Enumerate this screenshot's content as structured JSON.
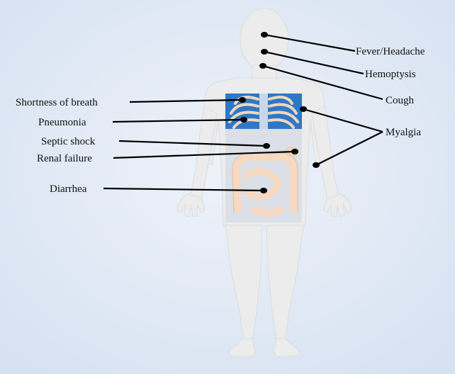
{
  "symptoms": {
    "fever": "Fever/Headache",
    "hemoptysis": "Hemoptysis",
    "cough": "Cough",
    "shortness": "Shortness of breath",
    "pneumonia": "Pneumonia",
    "septic": "Septic shock",
    "renal": "Renal failure",
    "myalgia": "Myalgia",
    "diarrhea": "Diarrhea"
  },
  "colors": {
    "background": "#dfe8f5",
    "body": "#eeeeee",
    "lungs": "#2f78c8",
    "organs": "#f6d9c0",
    "lines": "#000000"
  }
}
